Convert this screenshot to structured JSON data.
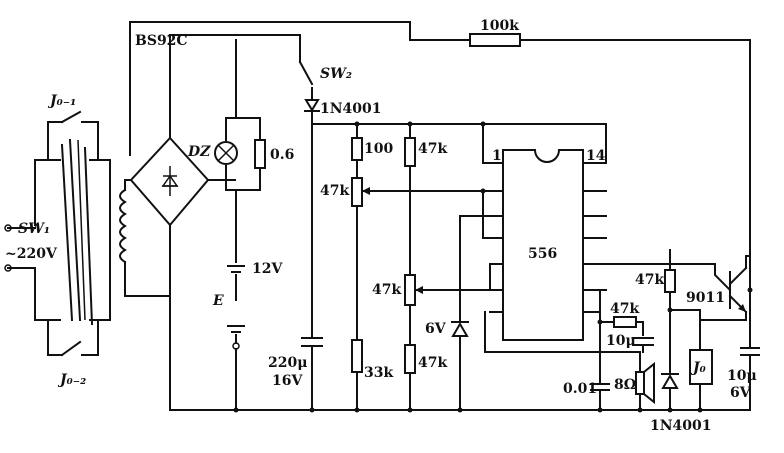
{
  "labels": {
    "bridge": "BS92C",
    "res_top": "100k",
    "switch2": "SW₂",
    "diode_top": "1N4001",
    "relay_contact_top": "J₀₋₁",
    "relay_contact_bottom": "J₀₋₂",
    "switch1": "SW₁",
    "mains": "~220V",
    "lamp": "DZ",
    "res_lamp": "0.6",
    "battery_v": "12V",
    "battery": "E",
    "pin1": "1",
    "pin14": "14",
    "r100": "100",
    "r47k_a": "47k",
    "pot_a": "47k",
    "pot_b": "47k",
    "ic": "556",
    "r47k_tr": "47k",
    "transistor": "9011",
    "r47k_mid": "47k",
    "cap_mid": "10μ",
    "zener": "6V",
    "cap_big_1": "220μ",
    "cap_big_2": "16V",
    "r33k": "33k",
    "r47k_b": "47k",
    "cap_small": "0.01",
    "speaker": "8Ω",
    "relay": "J₀",
    "cap_right_1": "10μ",
    "cap_right_2": "6V",
    "diode_bottom": "1N4001"
  }
}
